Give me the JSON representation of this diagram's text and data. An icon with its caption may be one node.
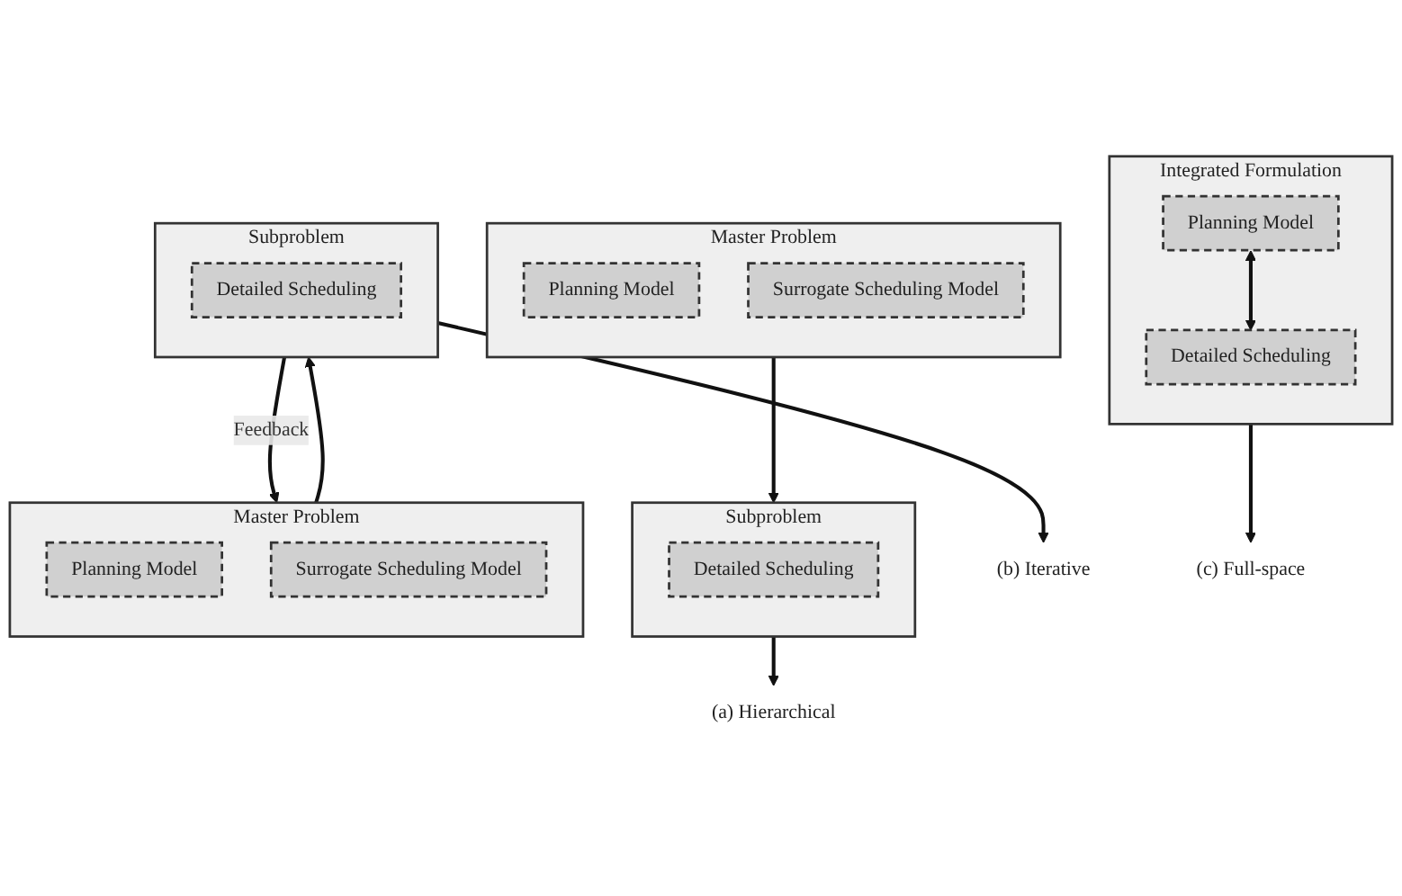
{
  "diagram": {
    "nodes": [
      {
        "text": [
          "Master Problem"
        ]
      },
      {
        "text": [
          "Planning Model"
        ],
        "in": 0
      },
      {
        "text": [
          "Surrogate Scheduling Model"
        ],
        "in": 0
      },
      {
        "text": [
          "Subproblem"
        ]
      },
      {
        "text": [
          "Detailed Scheduling"
        ],
        "in": 3
      },
      {
        "text": [
          "Master Problem"
        ]
      },
      {
        "text": [
          "Planning Model"
        ],
        "in": 5
      },
      {
        "text": [
          "Surrogate Scheduling Model"
        ],
        "in": 5
      },
      {
        "text": [
          "Subproblem"
        ]
      },
      {
        "text": [
          "Detailed Scheduling"
        ],
        "in": 8
      },
      {
        "text": [
          "Integrated Formulation"
        ]
      },
      {
        "text": [
          "Planning Model"
        ],
        "in": 10
      },
      {
        "text": [
          "Detailed Scheduling"
        ],
        "in": 10
      },
      {
        "text": [
          "(a) Hierarchical"
        ]
      },
      {
        "text": [
          "(b) Iterative"
        ]
      },
      {
        "text": [
          "(c) Full-space"
        ]
      }
    ],
    "edges": [
      {
        "from": 0,
        "to": 3,
        "arrow": "to"
      },
      {
        "from": 3,
        "to": 13,
        "arrow": "to"
      },
      {
        "from": 5,
        "to": 8,
        "arrow": "to"
      },
      {
        "from": 8,
        "to": 5,
        "arrow": "to",
        "label": "Feedback"
      },
      {
        "from": 8,
        "to": 14,
        "arrow": "to"
      },
      {
        "from": 11,
        "to": 12,
        "arrow": "both"
      },
      {
        "from": 10,
        "to": 15,
        "arrow": "to"
      }
    ]
  }
}
